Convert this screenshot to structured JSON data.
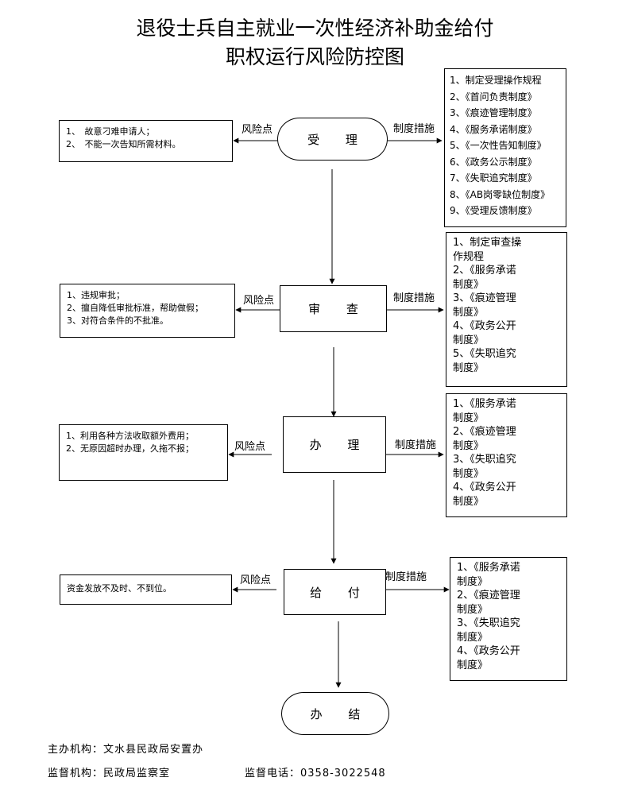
{
  "title": {
    "line1": "退役士兵自主就业一次性经济补助金给付",
    "line2": "职权运行风险防控图"
  },
  "labels": {
    "risk": "风险点",
    "measure": "制度措施"
  },
  "steps": [
    {
      "name": "受 理",
      "risks": [
        "1、　故意刁难申请人；",
        "2、　不能一次告知所需材料。"
      ],
      "measures": [
        "1、制定受理操作规程",
        "2、《首问负责制度》",
        "3、《痕迹管理制度》",
        "4、《服务承诺制度》",
        "5、《一次性告知制度》",
        "6、《政务公示制度》",
        "7、《失职追究制度》",
        "8、《AB岗零缺位制度》",
        "9、《受理反馈制度》"
      ]
    },
    {
      "name": "审 查",
      "risks": [
        "1、违规审批；",
        "2、擅自降低审批标准，帮助做假；",
        "3、对符合条件的不批准。"
      ],
      "measures": [
        "1、制定审查操",
        "作规程",
        "2、《服务承诺",
        "制度》",
        "3、《痕迹管理",
        "制度》",
        "4、《政务公开",
        "制度》",
        "5、《失职追究",
        "制度》"
      ]
    },
    {
      "name": "办 理",
      "risks": [
        "1、利用各种方法收取额外费用；",
        "2、无原因超时办理，久拖不报；"
      ],
      "measures": [
        "1、《服务承诺",
        "制度》",
        "2、《痕迹管理",
        "制度》",
        "3、《失职追究",
        "制度》",
        "4、《政务公开",
        "制度》"
      ]
    },
    {
      "name": "给 付",
      "risks": [
        "资金发放不及时、不到位。"
      ],
      "measures": [
        "1、《服务承诺",
        "制度》",
        "2、《痕迹管理",
        "制度》",
        "3、《失职追究",
        "制度》",
        "4、《政务公开",
        "制度》"
      ]
    }
  ],
  "end_node": "办 结",
  "footer": {
    "sponsor": "主办机构：文水县民政局安置办",
    "supervisor": "监督机构：民政局监察室",
    "phone": "监督电话：0358-3022548"
  }
}
